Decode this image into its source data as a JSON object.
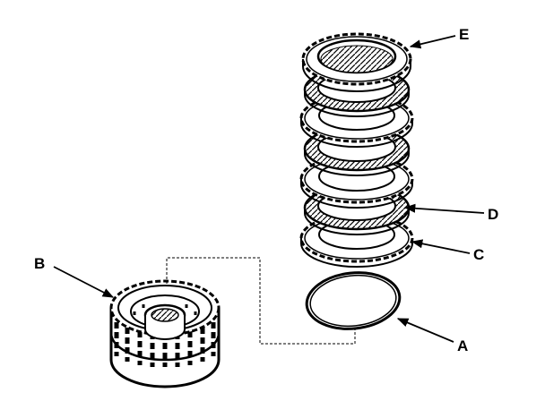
{
  "colors": {
    "ink": "#000000",
    "paper": "#ffffff"
  },
  "callouts": {
    "a": "A",
    "b": "B",
    "c": "C",
    "d": "D",
    "e": "E"
  }
}
